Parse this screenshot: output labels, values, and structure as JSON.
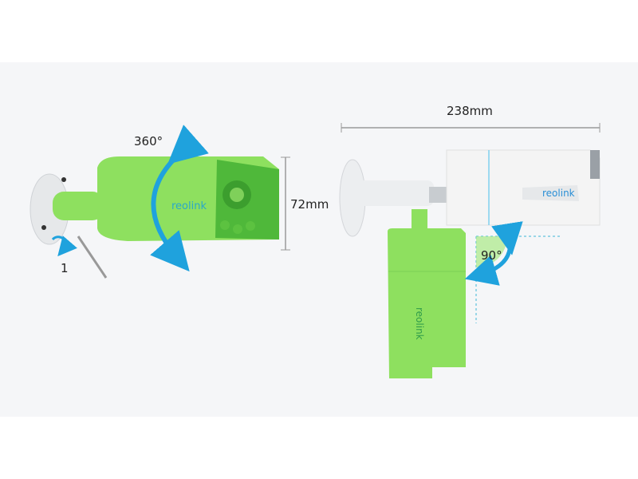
{
  "colors": {
    "background": "#ffffff",
    "panel": "#f5f6f8",
    "highlight_green": "#8ee05f",
    "dark_green": "#4fb83a",
    "arrow_blue": "#1fa2dd",
    "dim_line": "#9a9a9a",
    "guide_dash": "#3fb6d6",
    "camera_white": "#f3f3f3",
    "brand_text": "#2a8fd6"
  },
  "left_view": {
    "rotation_label": "360°",
    "height_label": "72mm",
    "step_label": "1",
    "brand": "reolink"
  },
  "right_view": {
    "length_label": "238mm",
    "tilt_label": "90°",
    "brand": "reolink"
  }
}
